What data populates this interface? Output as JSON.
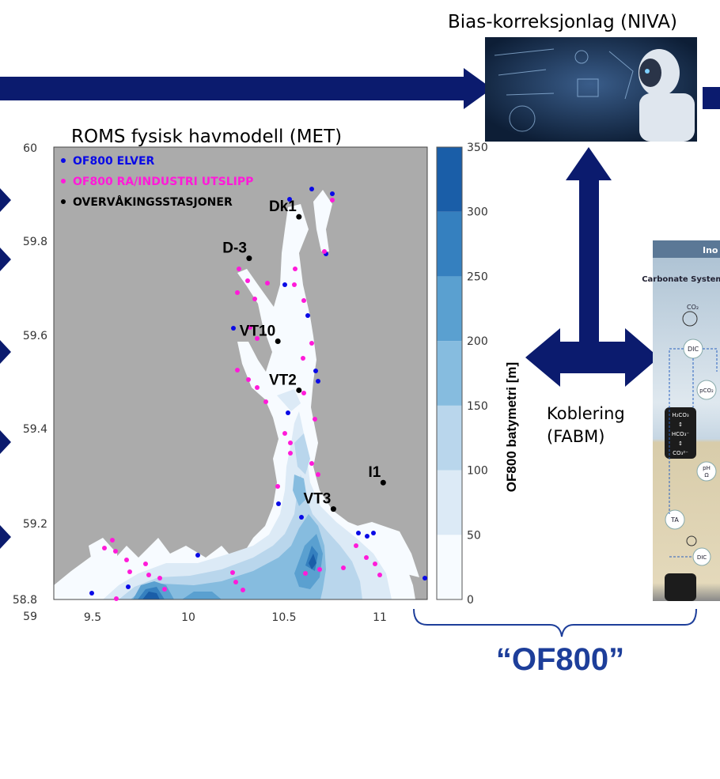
{
  "title_roms": "ROMS fysisk havmodell (MET)",
  "title_bias": "Bias-korreksjonlag (NIVA)",
  "coupling": {
    "line1": "Koblering",
    "line2": "(FABM)"
  },
  "bracket_label": "“OF800”",
  "legend": [
    {
      "label": "OF800 ELVER",
      "color": "#0a0ae6"
    },
    {
      "label": "OF800 RA/INDUSTRI UTSLIPP",
      "color": "#ff1ad9"
    },
    {
      "label": "OVERVÅKINGSSTASJONER",
      "color": "#000000"
    }
  ],
  "chart_data": {
    "type": "heatmap",
    "xlim": [
      9.3,
      11.25
    ],
    "ylim": [
      58.8,
      60.0
    ],
    "xticks": [
      "9.5",
      "10",
      "10.5",
      "11"
    ],
    "yticks": [
      "58.8",
      "59",
      "59.2",
      "59.4",
      "59.6",
      "59.8",
      "60"
    ],
    "colorbar": {
      "label": "OF800 batymetri [m]",
      "range": [
        0,
        350
      ],
      "ticks": [
        "0",
        "50",
        "100",
        "150",
        "200",
        "250",
        "300",
        "350"
      ],
      "colors": [
        "#f7fbff",
        "#dceaf6",
        "#b9d6ec",
        "#86bcdf",
        "#5aa0d0",
        "#3580bf",
        "#1a5ea8"
      ]
    },
    "stations": [
      {
        "name": "Dk1",
        "x": 10.58,
        "y": 59.815
      },
      {
        "name": "D-3",
        "x": 10.32,
        "y": 59.705
      },
      {
        "name": "VT10",
        "x": 10.47,
        "y": 59.485
      },
      {
        "name": "VT2",
        "x": 10.58,
        "y": 59.355
      },
      {
        "name": "I1",
        "x": 11.02,
        "y": 59.11
      },
      {
        "name": "VT3",
        "x": 10.76,
        "y": 59.04
      }
    ]
  },
  "inset": {
    "header": "Ino",
    "carbonate_label": "Carbonate System",
    "co2": "CO₂",
    "dic": "DIC",
    "pco2": "pCO₂",
    "h2co3_stack": [
      "H₂CO₃",
      "↕",
      "HCO₃⁻",
      "↕",
      "CO₃²⁻"
    ],
    "ph": "pH",
    "omega": "Ω",
    "ta": "TA"
  }
}
